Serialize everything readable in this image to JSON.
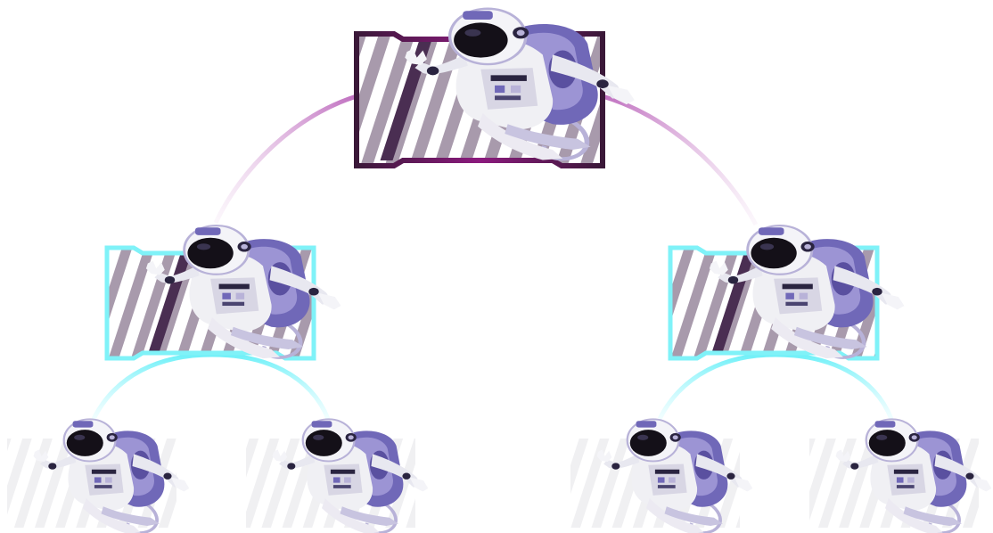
{
  "tree": {
    "levels": 3,
    "root": {
      "role": "selected-card",
      "frame_style": "notched-border",
      "frame_color": "#3a1a3a",
      "accent_color": "#8a1a7a",
      "illustration": "astronaut-icon"
    },
    "middle": [
      {
        "role": "child-card",
        "frame_style": "notched-border",
        "frame_color": "#7ff2f8",
        "illustration": "astronaut-icon"
      },
      {
        "role": "child-card",
        "frame_style": "notched-border",
        "frame_color": "#7ff2f8",
        "illustration": "astronaut-icon"
      }
    ],
    "leaves": [
      {
        "role": "leaf-card",
        "frame_style": "none",
        "illustration": "astronaut-icon"
      },
      {
        "role": "leaf-card",
        "frame_style": "none",
        "illustration": "astronaut-icon"
      },
      {
        "role": "leaf-card",
        "frame_style": "none",
        "illustration": "astronaut-icon"
      },
      {
        "role": "leaf-card",
        "frame_style": "none",
        "illustration": "astronaut-icon"
      }
    ]
  },
  "colors": {
    "root_connector": "#c878c8",
    "child_connector": "#7ff2f8",
    "stripe_dark": "#4a2e52",
    "stripe_mid": "#a89aac",
    "stripe_light": "#d9d2dc",
    "stripe_faint": "#f2f2f4",
    "suit_light": "#f0f0f4",
    "suit_shade": "#b8b2d8",
    "suit_purple": "#7068b8",
    "suit_dark": "#2a2440"
  }
}
